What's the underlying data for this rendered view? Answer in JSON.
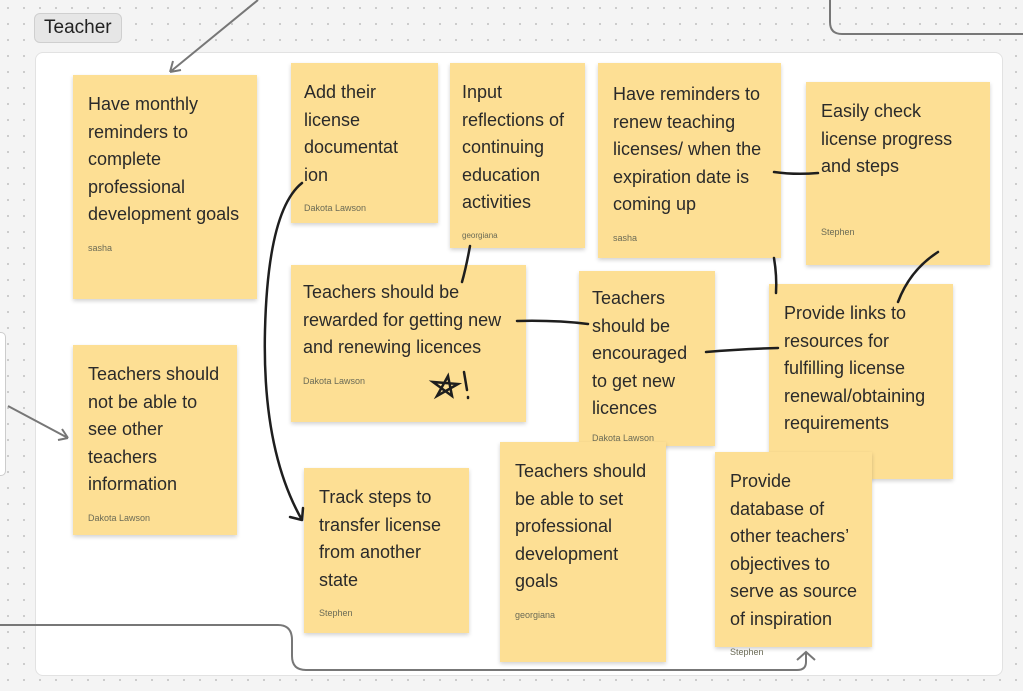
{
  "section": {
    "label": "Teacher"
  },
  "sticky_color": "#fddf94",
  "notes": [
    {
      "text": "Have monthly reminders to complete professional development goals",
      "author": "sasha"
    },
    {
      "text": "Add their license documentat ion",
      "author": "Dakota Lawson"
    },
    {
      "text": "Input reflections of continuing education activities",
      "author": "georgiana"
    },
    {
      "text": "Have reminders to renew teaching licenses/ when the expiration date is coming up",
      "author": "sasha"
    },
    {
      "text": "Easily check license progress and steps",
      "author": "Stephen"
    },
    {
      "text": "Teachers should be rewarded for getting new and renewing licences",
      "author": "Dakota Lawson"
    },
    {
      "text": "Teachers should be encouraged to get new licences",
      "author": "Dakota Lawson"
    },
    {
      "text": "Provide links to resources for fulfilling license renewal/obtaining requirements"
    },
    {
      "text": "Teachers should not be able to see other teachers information",
      "author": "Dakota Lawson"
    },
    {
      "text": "Track steps to transfer license from another state",
      "author": "Stephen"
    },
    {
      "text": "Teachers should be able to set professional development goals",
      "author": "georgiana"
    },
    {
      "text": "Provide database of other teachers’ objectives to serve as source of inspiration",
      "author": "Stephen"
    }
  ]
}
